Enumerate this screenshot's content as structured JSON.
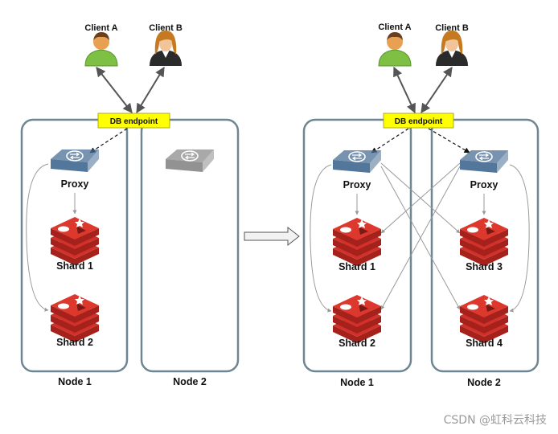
{
  "left": {
    "clients": [
      "Client A",
      "Client B"
    ],
    "endpoint": "DB endpoint",
    "proxy": "Proxy",
    "shards": [
      "Shard 1",
      "Shard 2"
    ],
    "nodes": [
      "Node 1",
      "Node 2"
    ]
  },
  "right": {
    "clients": [
      "Client A",
      "Client B"
    ],
    "endpoint": "DB endpoint",
    "proxies": [
      "Proxy",
      "Proxy"
    ],
    "shards": [
      "Shard 1",
      "Shard 2",
      "Shard 3",
      "Shard 4"
    ],
    "nodes": [
      "Node 1",
      "Node 2"
    ]
  },
  "watermark": "CSDN @虹科云科技",
  "colors": {
    "endpoint_fill": "#ffff00",
    "node_border": "#6e8592",
    "proxy_blue": "#4a6f96",
    "proxy_gray": "#8c8c8c",
    "shard_red": "#d2302a",
    "client_green": "#7dc043"
  }
}
